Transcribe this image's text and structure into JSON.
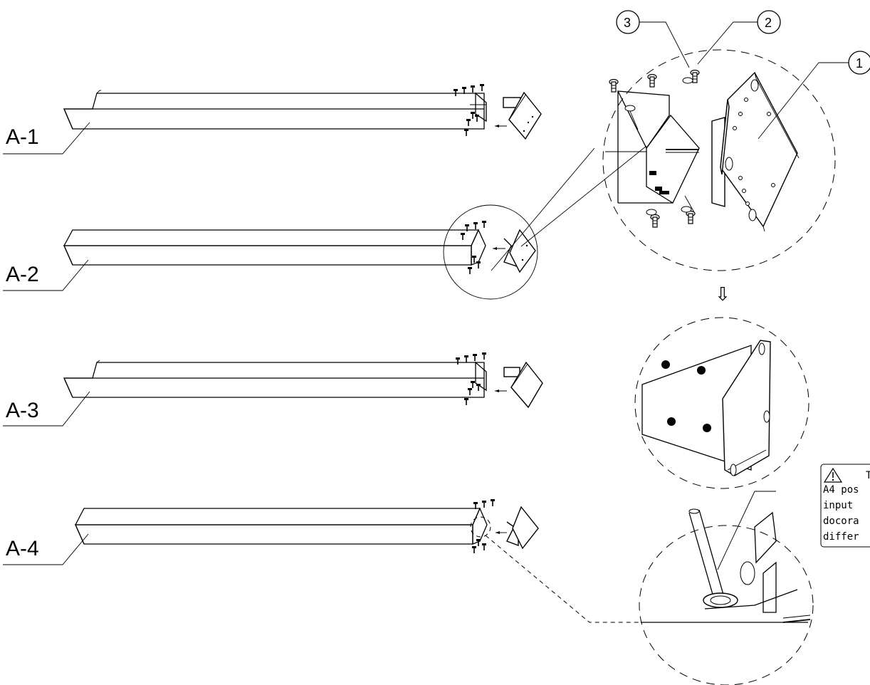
{
  "labels": {
    "a1": "A-1",
    "a2": "A-2",
    "a3": "A-3",
    "a4": "A-4"
  },
  "callouts": {
    "c1": "1",
    "c2": "2",
    "c3": "3"
  },
  "note": {
    "icon": "warning-triangle-icon",
    "line1": "T",
    "line2": "A4 pos",
    "line3": "input",
    "line4": "docora",
    "line5": "differ"
  },
  "flow_arrow": "⇩"
}
